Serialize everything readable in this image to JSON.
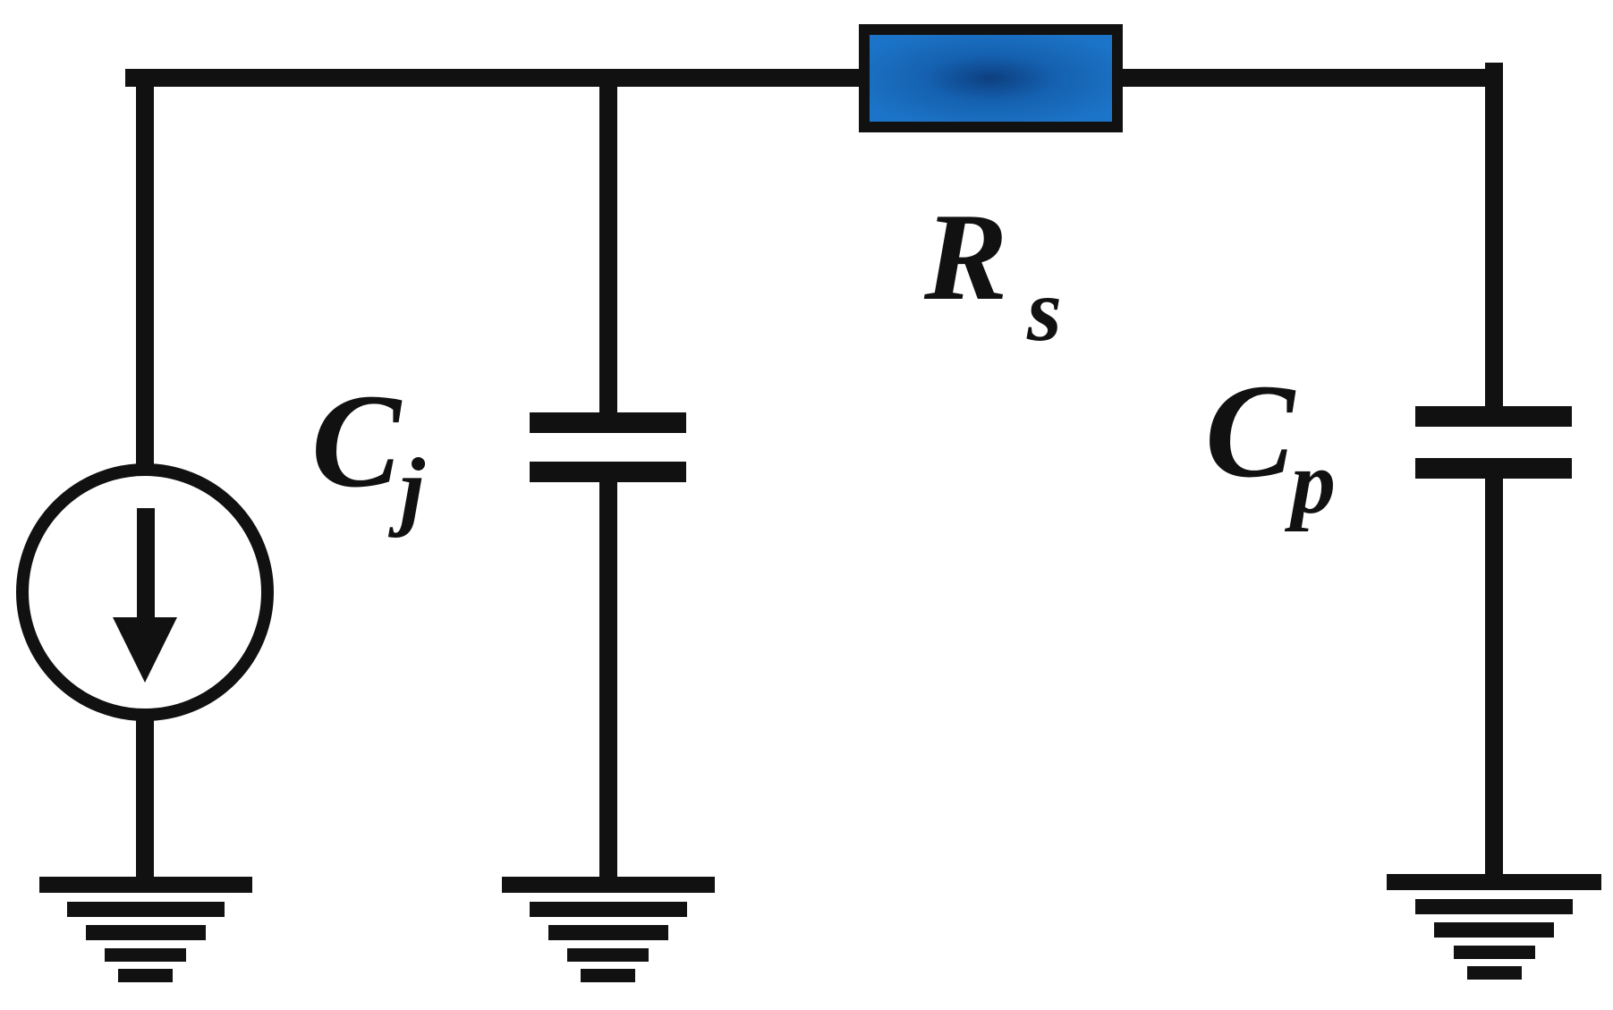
{
  "diagram": {
    "labels": {
      "rs_main": "R",
      "rs_sub": "s",
      "cj_main": "C",
      "cj_sub": "j",
      "cp_main": "C",
      "cp_sub": "p"
    },
    "colors": {
      "wire": "#111111",
      "resistor_fill": "#1769b8",
      "resistor_center": "#0d3f80",
      "background": "#ffffff"
    },
    "components": [
      "current-source",
      "junction-capacitor",
      "series-resistor",
      "parasitic-capacitor",
      "ground",
      "ground",
      "ground"
    ]
  }
}
